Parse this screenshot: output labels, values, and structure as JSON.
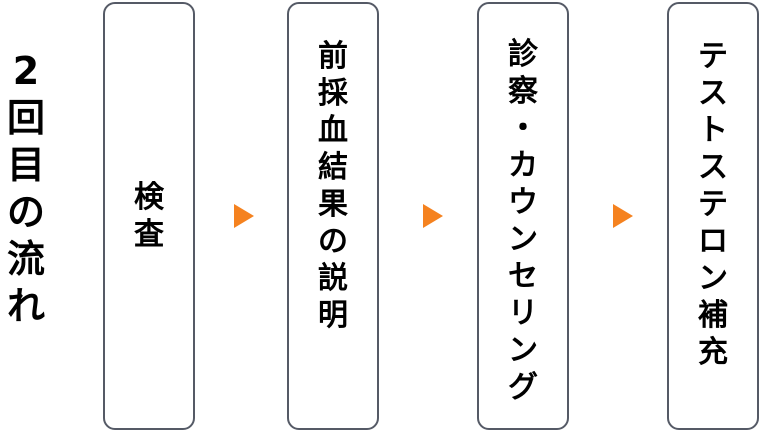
{
  "heading": {
    "chars": [
      "2",
      "回",
      "目",
      "の",
      "流",
      "れ"
    ]
  },
  "steps": [
    {
      "chars": [
        "検",
        "査"
      ]
    },
    {
      "chars": [
        "前",
        "採",
        "血",
        "結",
        "果",
        "の",
        "説",
        "明"
      ]
    },
    {
      "chars": [
        "診",
        "察",
        "・",
        "カ",
        "ウ",
        "ン",
        "セ",
        "リ",
        "ン",
        "グ"
      ]
    },
    {
      "chars": [
        "テ",
        "ス",
        "ト",
        "ス",
        "テ",
        "ロ",
        "ン",
        "補",
        "充"
      ]
    }
  ],
  "colors": {
    "arrow": "#f5821f",
    "border": "#555a66",
    "text": "#000000"
  },
  "icons": [
    "arrow-right-icon",
    "arrow-right-icon",
    "arrow-right-icon"
  ]
}
